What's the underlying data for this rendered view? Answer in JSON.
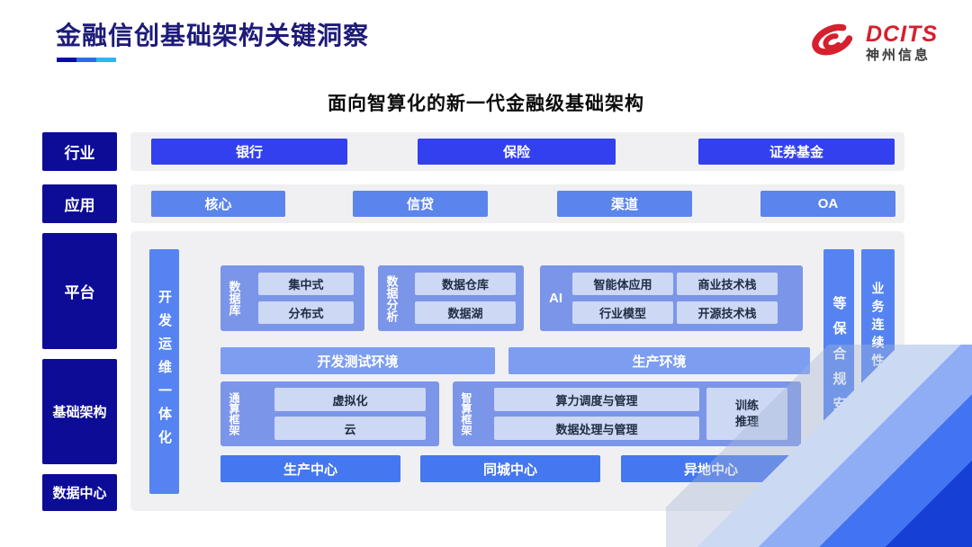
{
  "header": {
    "title": "金融信创基础架构关键洞察",
    "logo": {
      "brand": "DCITS",
      "company": "神州信息"
    }
  },
  "diagram": {
    "subtitle": "面向智算化的新一代金融级基础架构",
    "rows": {
      "industry": {
        "label": "行业",
        "items": [
          "银行",
          "保险",
          "证券基金"
        ]
      },
      "application": {
        "label": "应用",
        "items": [
          "核心",
          "信贷",
          "渠道",
          "OA"
        ]
      }
    },
    "side_labels": {
      "platform": "平台",
      "infrastructure": "基础架构",
      "datacenter": "数据中心"
    },
    "pillars": {
      "devops": "开发运维一体化",
      "security": "等保合规安全",
      "continuity": "业务连续性及数据保护"
    },
    "groups": {
      "database": {
        "label": "数据库",
        "items": [
          "集中式",
          "分布式"
        ]
      },
      "analytics": {
        "label": "数据分析",
        "items": [
          "数据仓库",
          "数据湖"
        ]
      },
      "ai": {
        "label": "AI",
        "items": [
          "智能体应用",
          "商业技术栈",
          "行业模型",
          "开源技术栈"
        ]
      },
      "general_compute": {
        "label": "通算框架",
        "items": [
          "虚拟化",
          "云"
        ]
      },
      "intelligent_compute": {
        "label": "智算框架",
        "items": [
          "算力调度与管理",
          "数据处理与管理"
        ],
        "side": [
          "训练",
          "推理"
        ]
      }
    },
    "environments": [
      "开发测试环境",
      "生产环境"
    ],
    "centers": [
      "生产中心",
      "同城中心",
      "异地中心"
    ]
  },
  "colors": {
    "title_navy": "#1d1b78",
    "label_navy": "#0d0c97",
    "industry_button": "#3340f0",
    "application_button": "#5b84ec",
    "pillar_blue": "#5584f2",
    "group_container": "#7b95e8",
    "group_item": "#ccd8f4",
    "environment_bar": "#7d9ef0",
    "center_button": "#4577f0",
    "panel_gray": "#f0f0f2",
    "brand_red": "#d5202e",
    "accent_dark": "#0a0aa4",
    "accent_mid": "#2e6be6",
    "accent_light": "#33b3f0"
  }
}
